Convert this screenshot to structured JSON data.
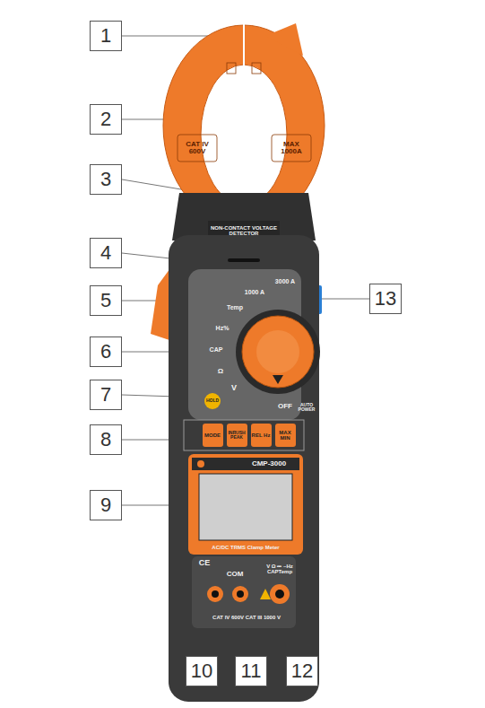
{
  "diagram": {
    "labels": [
      "1",
      "2",
      "3",
      "4",
      "5",
      "6",
      "7",
      "8",
      "9",
      "10",
      "11",
      "12",
      "13",
      "CAT IV 600V",
      "MAX 1000A",
      "NON-CONTACT VOLTAGE DETECTOR",
      "3000 A",
      "1000 A",
      "Temp",
      "Hz%",
      "CAP",
      "Ω",
      "V",
      "OFF",
      "AUTO POWER",
      "HOLD",
      "MODE",
      "INRUSH PEAK",
      "REL Hz",
      "MAX MIN",
      "CMP-3000",
      "AC/DC TRMS Clamp Meter",
      "CE",
      "COM",
      "V Ω ⎓ ~Hz CAPTemp",
      "CAT IV 600V CAT III 1000 V"
    ]
  }
}
